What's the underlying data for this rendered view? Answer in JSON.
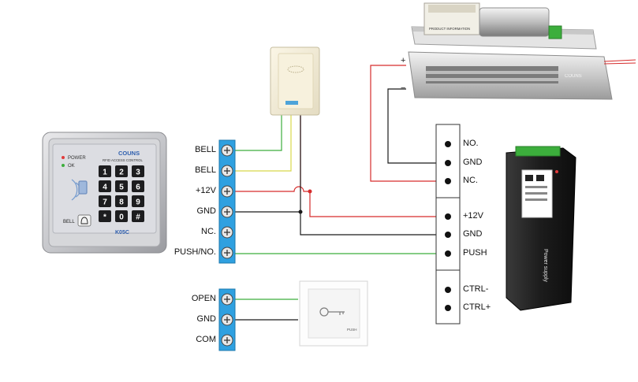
{
  "keypad": {
    "brand": "COUNS",
    "subtitle": "RFID ACCESS CONTROL",
    "model": "K05C",
    "led_power": "POWER",
    "led_ok": "OK",
    "bell_label": "BELL",
    "keys": [
      "1",
      "2",
      "3",
      "4",
      "5",
      "6",
      "7",
      "8",
      "9",
      "*",
      "0",
      "#"
    ]
  },
  "keypad_terminals": [
    "BELL",
    "BELL",
    "+12V",
    "GND",
    "NC.",
    "PUSH/NO."
  ],
  "button_terminals": [
    "OPEN",
    "GND",
    "COM"
  ],
  "exit_button": {
    "caption": "PUSH"
  },
  "maglock": {
    "plus": "+",
    "minus": "−",
    "brand": "COUNS"
  },
  "bolt_lock": {
    "label": "PRODUCT INFORMATION"
  },
  "psu_terminals_top": [
    "NO.",
    "GND",
    "NC."
  ],
  "psu_terminals_mid": [
    "+12V",
    "GND",
    "PUSH"
  ],
  "psu_terminals_bot": [
    "CTRL-",
    "CTRL+"
  ],
  "power_supply": {
    "label": "Power supply"
  },
  "colors": {
    "green": "#3cae3c",
    "yellow": "#d8d84a",
    "red": "#d62c2c",
    "black": "#1a1a1a",
    "terminal_blue": "#2fa0e0"
  }
}
